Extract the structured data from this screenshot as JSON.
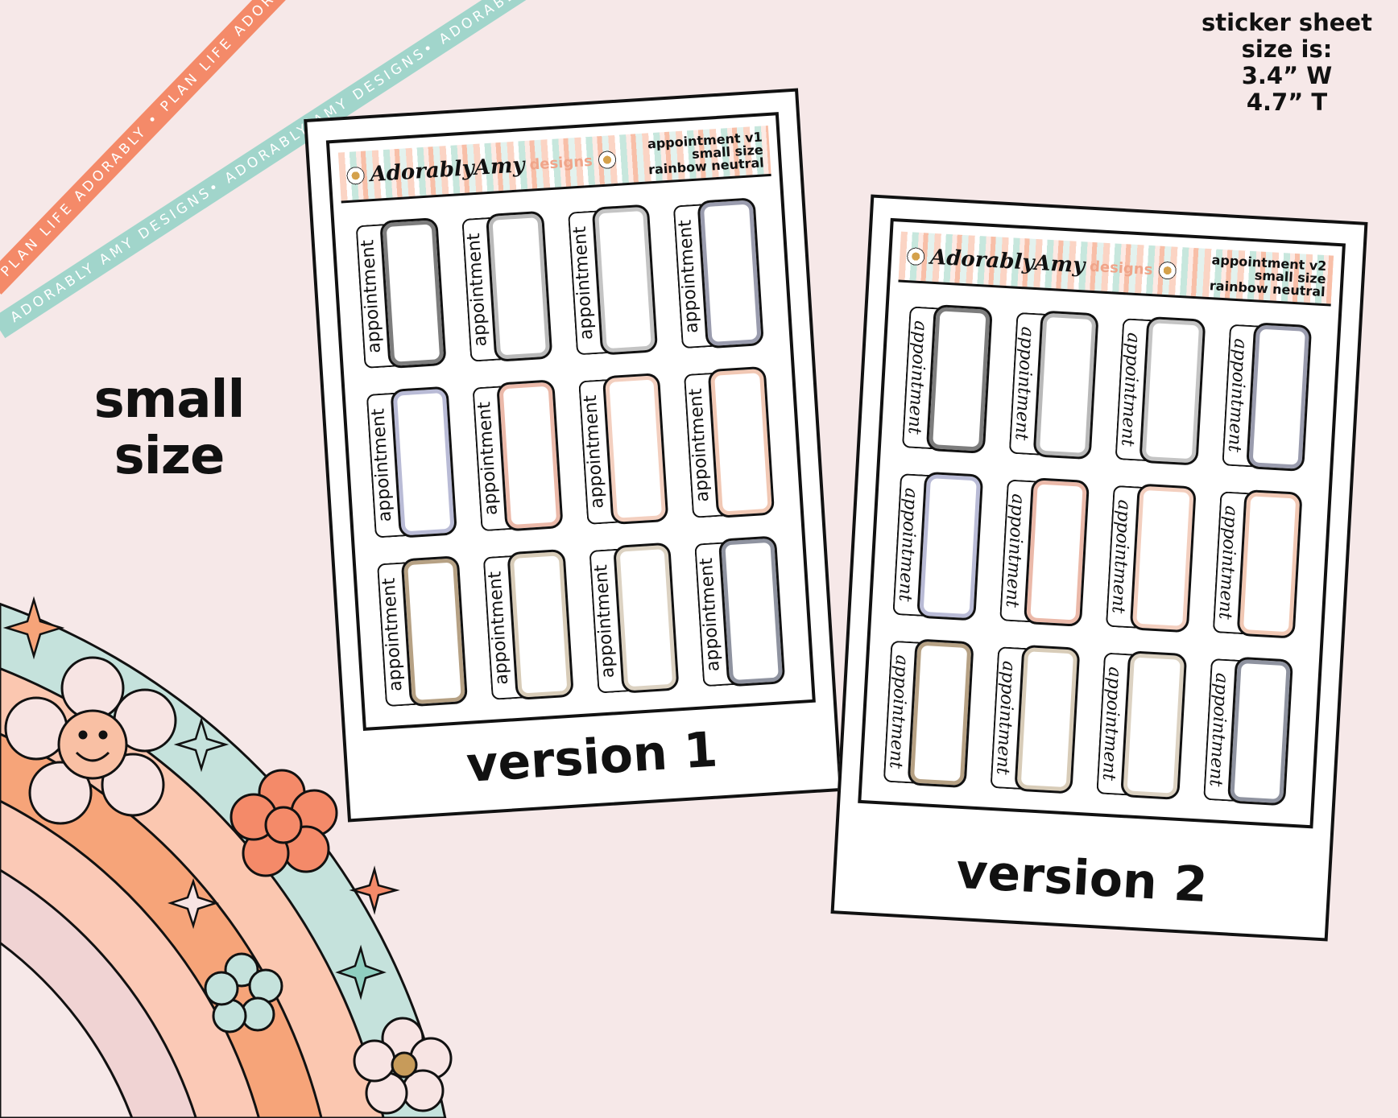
{
  "ribbons": {
    "orange": "PLAN LIFE ADORABLY • PLAN LIFE ADORABLY • PLAN LIFE ADORABLY •",
    "teal": "ADORABLY AMY DESIGNS• ADORABLY AMY DESIGNS• ADORABLY AMY DESIGNS•"
  },
  "size_label": {
    "line1": "small",
    "line2": "size"
  },
  "sheet_info": {
    "line1": "sticker sheet",
    "line2": "size is:",
    "line3": "3.4” W",
    "line4": "4.7” T"
  },
  "colors": {
    "background": "#f6e8e8",
    "orange": "#f48a69",
    "teal": "#a1d5cb",
    "peach": "#fbc3a8",
    "pink": "#f0d2d2"
  },
  "brand": {
    "name": "AdorablyAmy",
    "designs": "designs"
  },
  "sheets": [
    {
      "title": [
        "appointment v1",
        "small size",
        "rainbow neutral"
      ],
      "version_label": "version 1",
      "sticker_text": "appointment",
      "sticker_colors": [
        "#7d7d7d",
        "#b9b9b9",
        "#c4c4c4",
        "#9a9cae",
        "#b9bbd6",
        "#ebb9a9",
        "#f3cfbf",
        "#f1c8b4",
        "#b6a184",
        "#d8ccb8",
        "#dcd2c2",
        "#8f93a0"
      ]
    },
    {
      "title": [
        "appointment v2",
        "small size",
        "rainbow neutral"
      ],
      "version_label": "version 2",
      "sticker_text": "appointment",
      "sticker_colors": [
        "#7d7d7d",
        "#b9b9b9",
        "#c4c4c4",
        "#9a9cae",
        "#b9bbd6",
        "#ebb9a9",
        "#f3cfbf",
        "#f1c8b4",
        "#b6a184",
        "#d8ccb8",
        "#dcd2c2",
        "#8f93a0"
      ]
    }
  ]
}
